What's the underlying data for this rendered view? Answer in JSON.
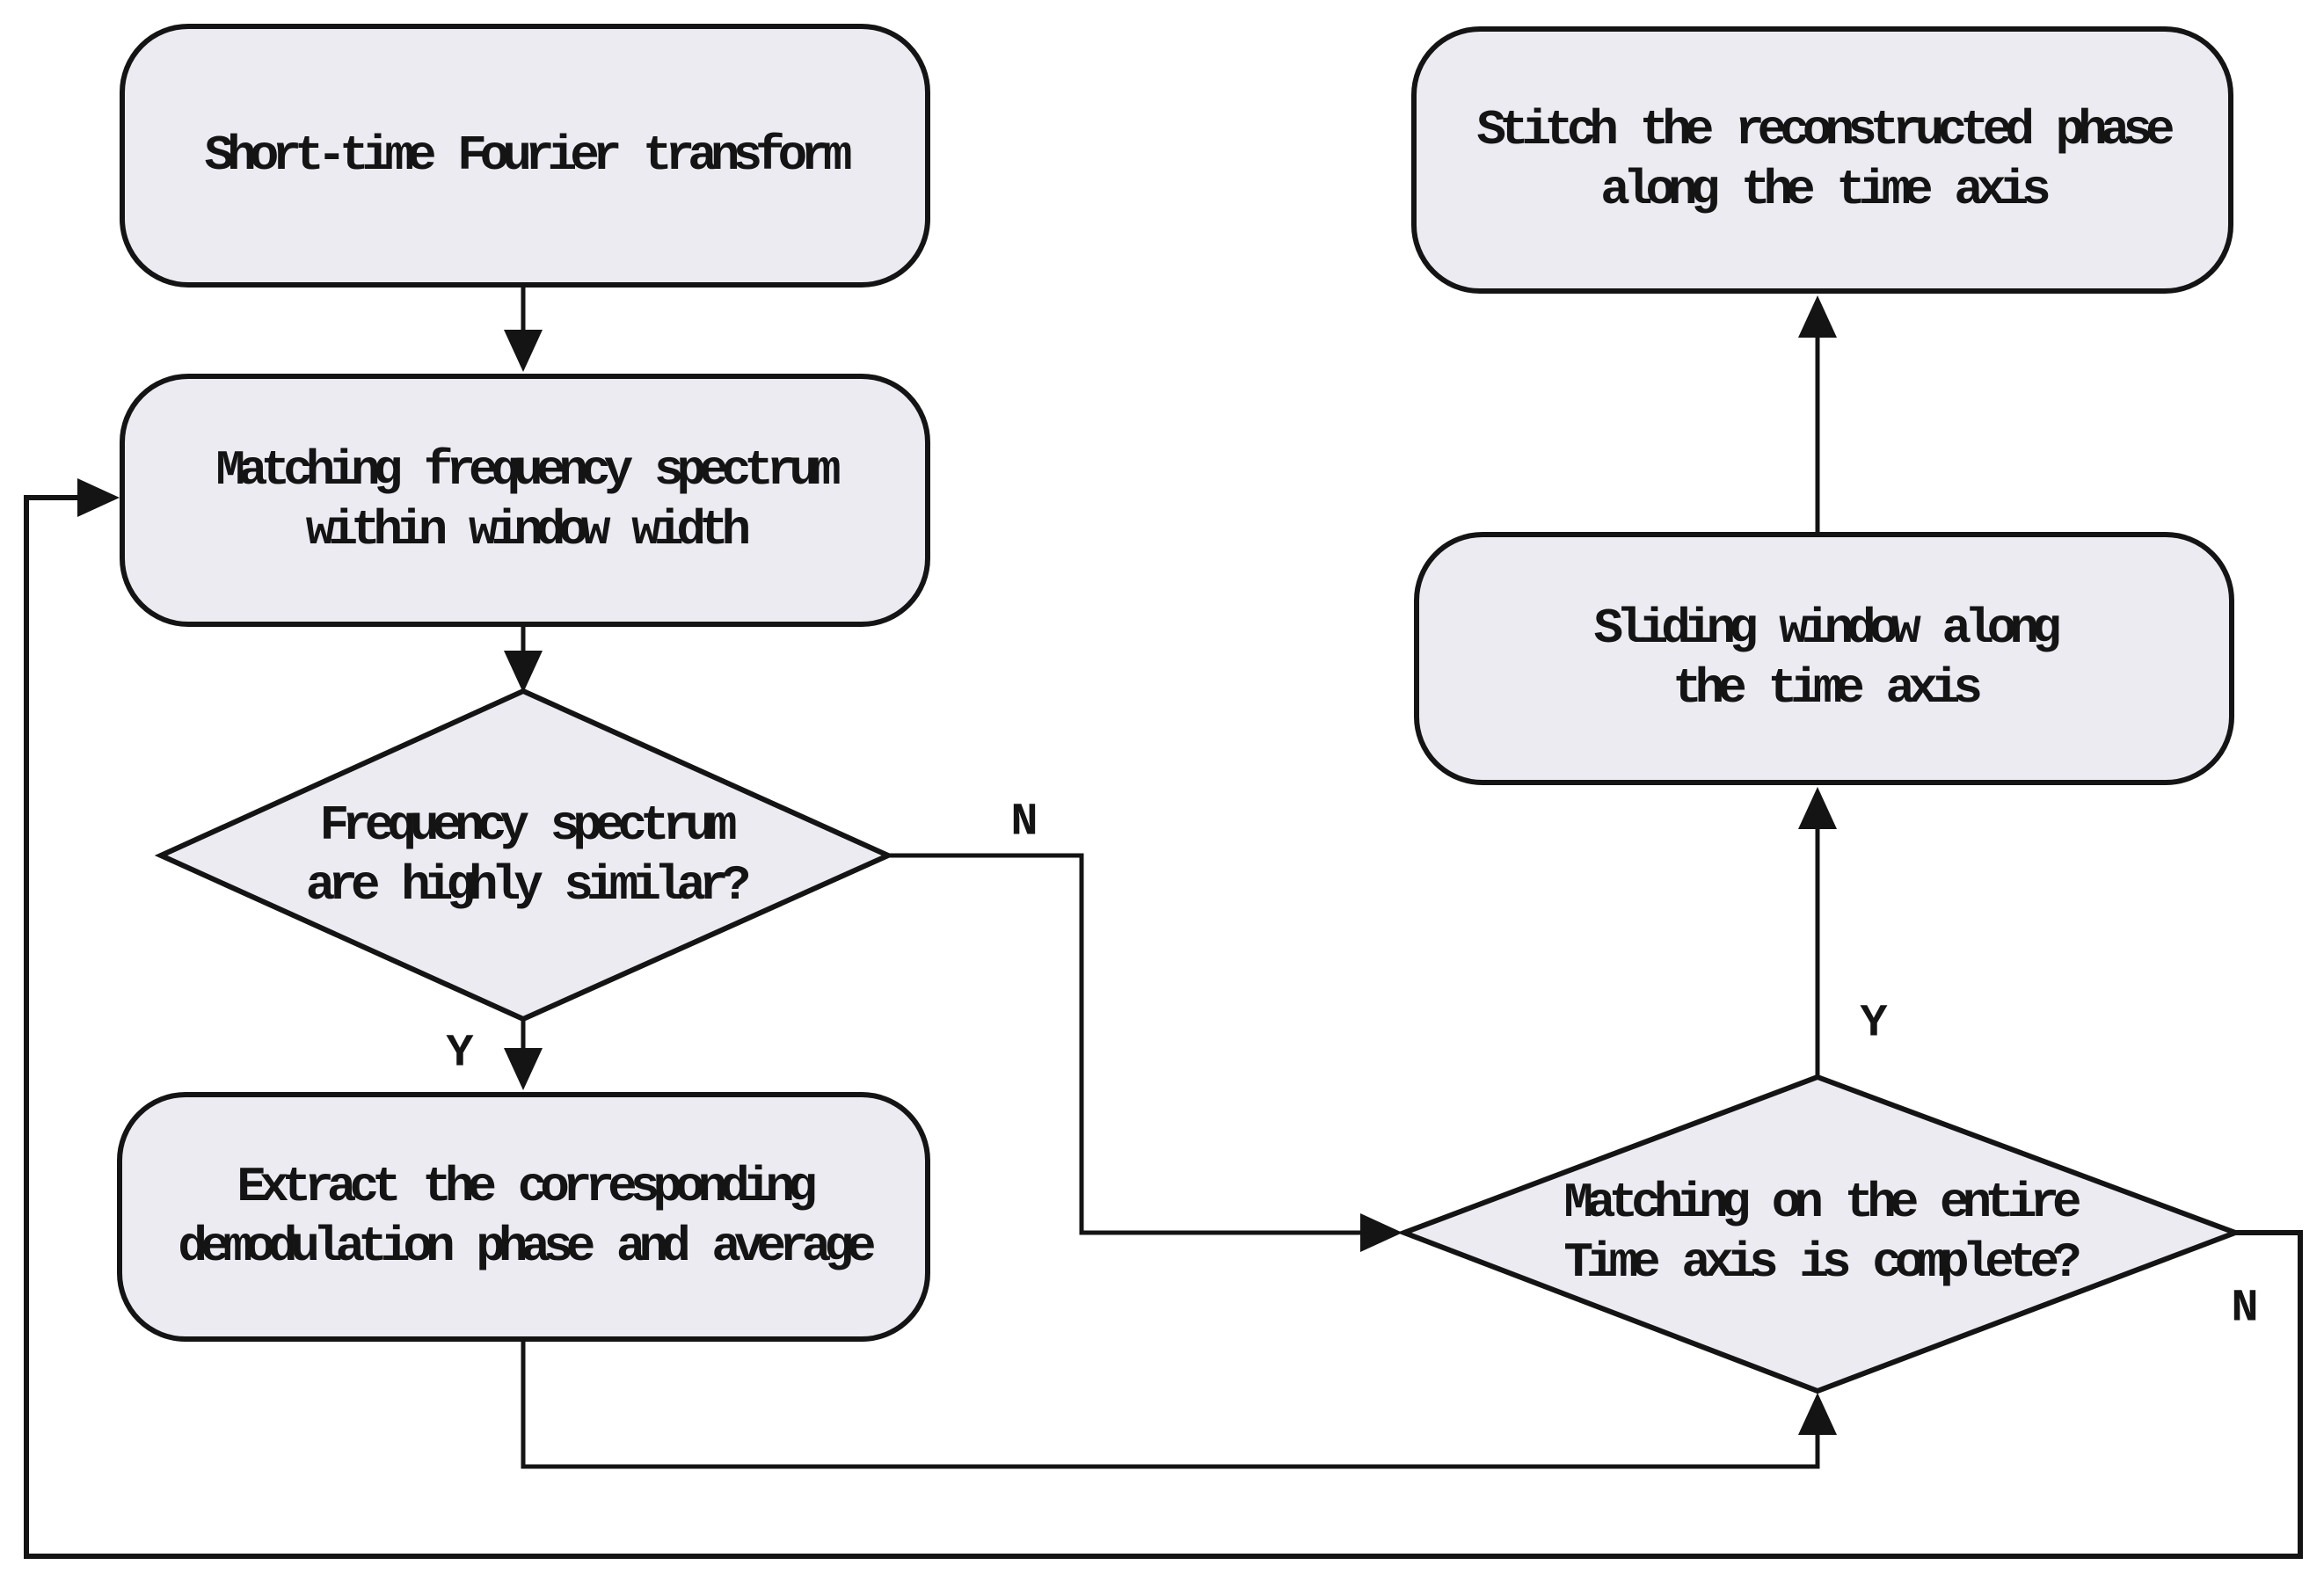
{
  "diagram": {
    "type": "flowchart",
    "colors": {
      "background": "#ffffff",
      "node_fill": "#ecebf2",
      "stroke": "#141414",
      "text": "#141414"
    },
    "nodes": {
      "stft": {
        "shape": "rounded-rect",
        "lines": [
          "Short-time Fourier transform"
        ]
      },
      "matching": {
        "shape": "rounded-rect",
        "lines": [
          "Matching frequency spectrum",
          "within window width"
        ]
      },
      "similar": {
        "shape": "diamond",
        "lines": [
          "Frequency spectrum",
          "are highly similar?"
        ]
      },
      "extract": {
        "shape": "rounded-rect",
        "lines": [
          "Extract the corresponding",
          "demodulation phase and average"
        ]
      },
      "stitch": {
        "shape": "rounded-rect",
        "lines": [
          "Stitch the reconstructed phase",
          "along the time axis"
        ]
      },
      "sliding": {
        "shape": "rounded-rect",
        "lines": [
          "Sliding window along",
          "the time axis"
        ]
      },
      "complete": {
        "shape": "diamond",
        "lines": [
          "Matching on the entire",
          "Time axis is complete?"
        ]
      }
    },
    "edge_labels": {
      "similar_yes": "Y",
      "similar_no": "N",
      "complete_yes": "Y",
      "complete_no": "N"
    }
  }
}
